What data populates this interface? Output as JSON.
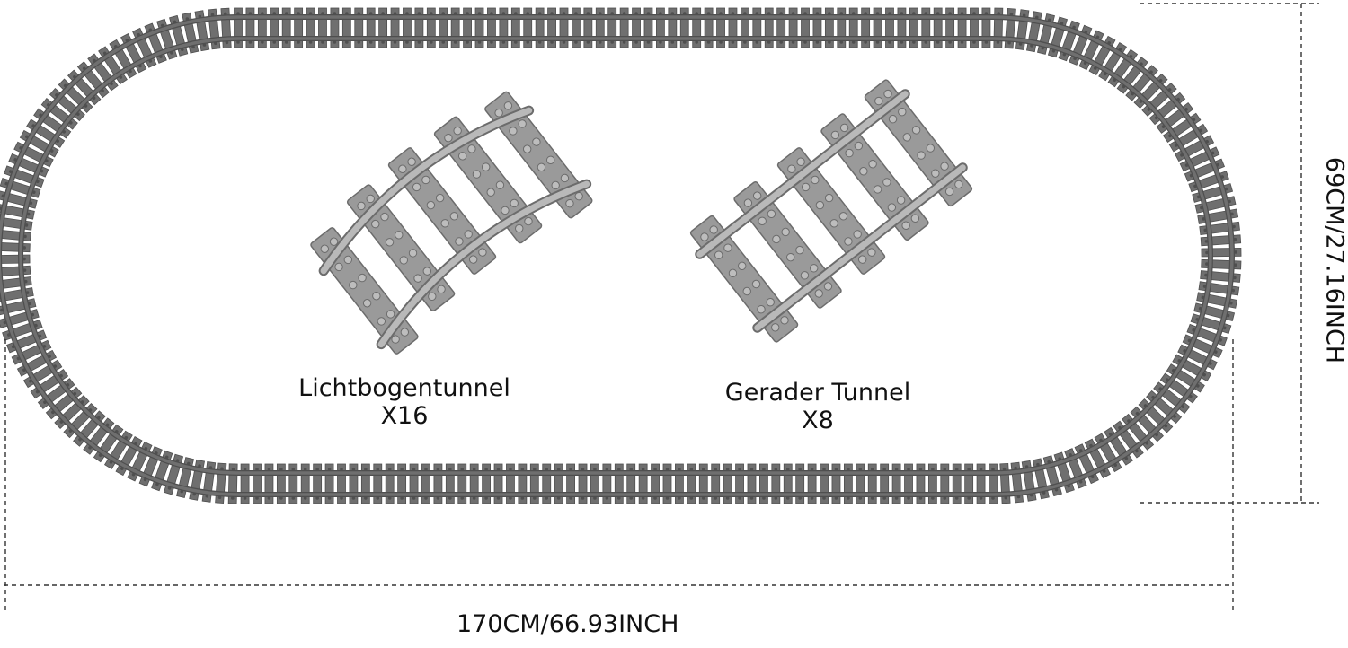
{
  "colors": {
    "track": "#6f6f6f",
    "track_dark": "#4f4f4f",
    "rail": "#b9b9b9",
    "piece": "#9a9a9a",
    "piece_edge": "#6c6c6c",
    "stud": "#bdbdbd",
    "dimension_line": "#333333",
    "background": "#ffffff"
  },
  "pieces": {
    "curved": {
      "name": "Lichtbogentunnel",
      "count": "X16"
    },
    "straight": {
      "name": "Gerader Tunnel",
      "count": "X8"
    }
  },
  "dimensions": {
    "width": "170CM/66.93INCH",
    "height": "69CM/27.16INCH"
  }
}
